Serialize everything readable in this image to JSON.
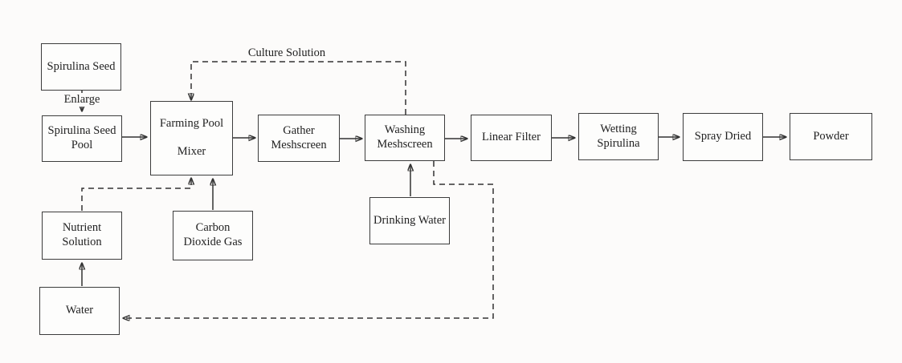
{
  "diagram": {
    "type": "process-flowchart",
    "subject": "Spirulina powder production process",
    "colors": {
      "background": "#fcfbfa",
      "box_fill": "#fdfdfc",
      "box_border": "#3c3c3c",
      "line": "#333333",
      "text": "#222222"
    },
    "nodes": [
      {
        "id": "spirulina-seed",
        "label": "Spirulina Seed"
      },
      {
        "id": "spirulina-seed-pool",
        "label": "Spirulina Seed Pool"
      },
      {
        "id": "farming-pool-mixer",
        "lines": [
          "Farming Pool",
          "Mixer"
        ]
      },
      {
        "id": "gather-meshscreen",
        "label": "Gather Meshscreen"
      },
      {
        "id": "washing-meshscreen",
        "label": "Washing Meshscreen"
      },
      {
        "id": "linear-filter",
        "label": "Linear Filter"
      },
      {
        "id": "wetting-spirulina",
        "label": "Wetting Spirulina"
      },
      {
        "id": "spray-dried",
        "label": "Spray Dried"
      },
      {
        "id": "powder",
        "label": "Powder"
      },
      {
        "id": "nutrient-solution",
        "label": "Nutrient Solution"
      },
      {
        "id": "carbon-dioxide-gas",
        "label": "Carbon Dioxide Gas"
      },
      {
        "id": "drinking-water",
        "label": "Drinking Water"
      },
      {
        "id": "water",
        "label": "Water"
      }
    ],
    "edge_labels": {
      "enlarge": "Enlarge",
      "culture_solution": "Culture Solution"
    },
    "edges": [
      {
        "from": "spirulina-seed",
        "to": "spirulina-seed-pool",
        "style": "solid",
        "label": "Enlarge"
      },
      {
        "from": "spirulina-seed-pool",
        "to": "farming-pool-mixer",
        "style": "solid"
      },
      {
        "from": "farming-pool-mixer",
        "to": "gather-meshscreen",
        "style": "solid"
      },
      {
        "from": "gather-meshscreen",
        "to": "washing-meshscreen",
        "style": "solid"
      },
      {
        "from": "washing-meshscreen",
        "to": "linear-filter",
        "style": "solid"
      },
      {
        "from": "linear-filter",
        "to": "wetting-spirulina",
        "style": "solid"
      },
      {
        "from": "wetting-spirulina",
        "to": "spray-dried",
        "style": "solid"
      },
      {
        "from": "spray-dried",
        "to": "powder",
        "style": "solid"
      },
      {
        "from": "carbon-dioxide-gas",
        "to": "farming-pool-mixer",
        "style": "solid"
      },
      {
        "from": "drinking-water",
        "to": "washing-meshscreen",
        "style": "solid"
      },
      {
        "from": "water",
        "to": "nutrient-solution",
        "style": "solid"
      },
      {
        "from": "washing-meshscreen",
        "to": "farming-pool-mixer",
        "style": "dashed",
        "label": "Culture Solution"
      },
      {
        "from": "nutrient-solution",
        "to": "farming-pool-mixer",
        "style": "dashed"
      },
      {
        "from": "washing-meshscreen",
        "to": "water",
        "style": "dashed"
      }
    ]
  }
}
